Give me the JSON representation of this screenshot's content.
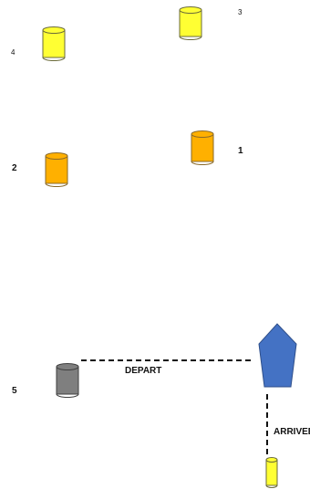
{
  "buoys": [
    {
      "id": "3",
      "color": "yellow"
    },
    {
      "id": "4",
      "color": "yellow"
    },
    {
      "id": "1",
      "color": "orange"
    },
    {
      "id": "2",
      "color": "orange"
    },
    {
      "id": "5",
      "color": "grey"
    },
    {
      "id": "",
      "color": "yellow"
    }
  ],
  "labels": {
    "buoy_3": "3",
    "buoy_4": "4",
    "buoy_1": "1",
    "buoy_2": "2",
    "buoy_5": "5",
    "depart": "DEPART",
    "arrive": "ARRIVEE"
  },
  "colors": {
    "yellow": "#ffff33",
    "orange": "#ffb000",
    "grey": "#7f7f7f",
    "boat": "#4472c4",
    "outline": "#555555"
  }
}
